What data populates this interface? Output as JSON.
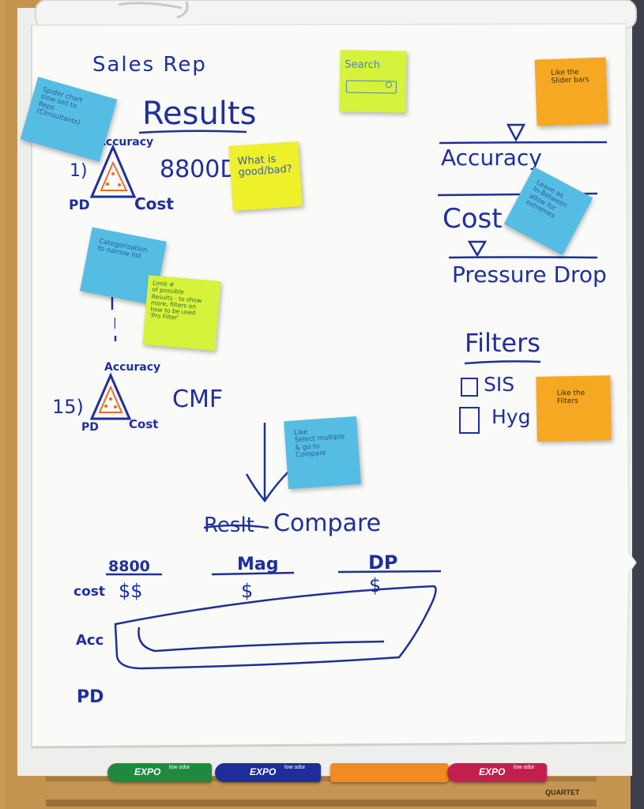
{
  "board": {
    "title": "Sales Rep",
    "results_heading": "Results",
    "result_1": {
      "rank": "1)",
      "label": "8800D",
      "axis_top": "Accuracy",
      "axis_left": "PD",
      "axis_right": "Cost"
    },
    "ellipsis": "|",
    "result_15": {
      "rank": "15)",
      "label": "CMF",
      "axis_top": "Accuracy",
      "axis_left": "PD",
      "axis_right": "Cost"
    },
    "sliders": [
      {
        "label": "Accuracy"
      },
      {
        "label": "Cost"
      },
      {
        "label": "Pressure Drop"
      }
    ],
    "filters": {
      "heading": "Filters",
      "options": [
        {
          "label": "SIS",
          "checked": false
        },
        {
          "label": "Hyg",
          "checked": false
        }
      ]
    },
    "compare": {
      "crossed_out": "Reslt",
      "heading": "Compare",
      "columns": [
        "8800",
        "Mag",
        "DP"
      ],
      "rows": [
        {
          "label": "cost",
          "values": [
            "$$",
            "$",
            "$"
          ]
        },
        {
          "label": "Acc",
          "values": []
        },
        {
          "label": "PD",
          "values": []
        }
      ]
    }
  },
  "stickies": {
    "search": {
      "label": "Search",
      "icon": "search-icon"
    },
    "spider_chart": {
      "text": "Spider chart\nslow sell to\nReps\n(Consultants)"
    },
    "good_bad": {
      "text": "What is\ngood/bad?"
    },
    "slider_bars": {
      "text": "Like the\nSlider bars"
    },
    "leave_as": {
      "text": "Leave as\nIn-Between\nallow for\nextremes"
    },
    "categorization": {
      "text": "Categorization\nto narrow list"
    },
    "limit_results": {
      "text": "Limit #\nof possible\nResults - to show\nmore, filters on\nhow to be used\n'Pro Filter'"
    },
    "like_filters": {
      "text": "Like the\nFilters"
    },
    "select_multiple": {
      "text": "Like\nSelect multiple\n& go to\nCompare"
    }
  },
  "tray": {
    "brand": "EXPO",
    "sub_label": "low odor",
    "manufacturer": "QUARTET"
  },
  "colors": {
    "ink": "#1f2f9a",
    "sticky_blue": "#55bde3",
    "sticky_green": "#d6f23a",
    "sticky_yellow": "#eef02a",
    "sticky_orange": "#f6a823",
    "frame_wood": "#c99a55"
  }
}
